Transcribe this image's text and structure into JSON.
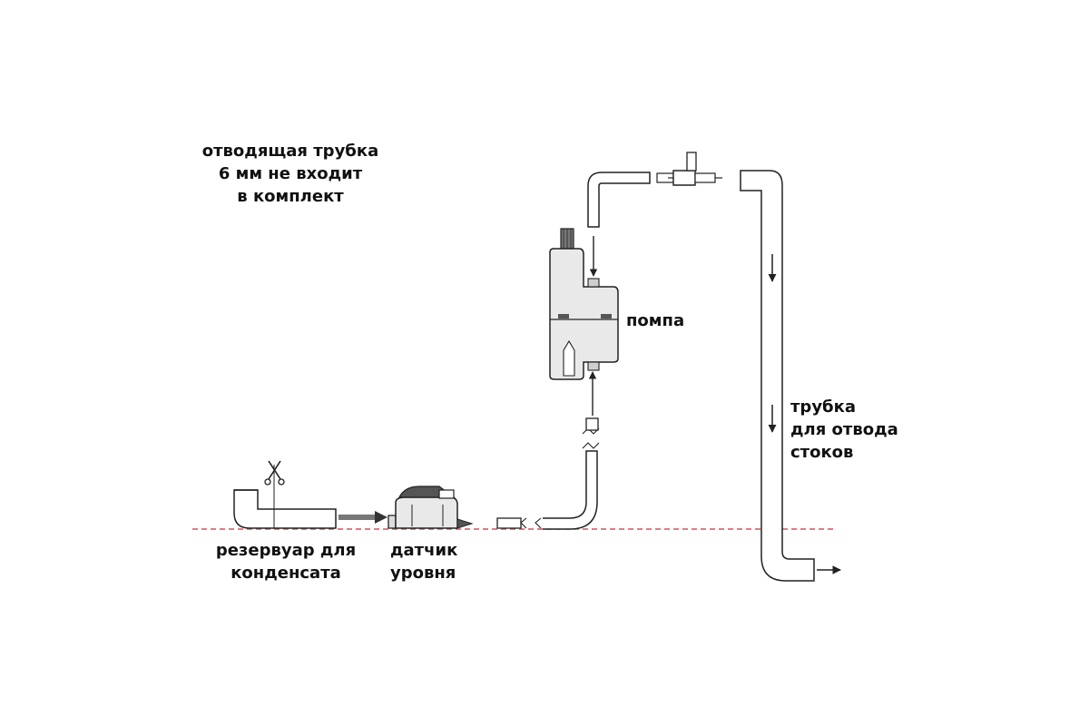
{
  "labels": {
    "drain_tube_note": [
      "отводящая трубка",
      "6 мм не входит",
      "в комплект"
    ],
    "pump": "помпа",
    "drain_pipe": [
      "трубка",
      "для отвода",
      "стоков"
    ],
    "reservoir": [
      "резервуар для",
      "конденсата"
    ],
    "level_sensor": [
      "датчик",
      "уровня"
    ]
  },
  "colors": {
    "line": "#222222",
    "pipe_fill": "#ffffff",
    "device_fill": "#e9e9e9",
    "device_dark": "#555555",
    "floor_line": "#d9505a",
    "text": "#111111"
  },
  "icons": [
    "scissors-icon",
    "flow-arrow-icon"
  ]
}
